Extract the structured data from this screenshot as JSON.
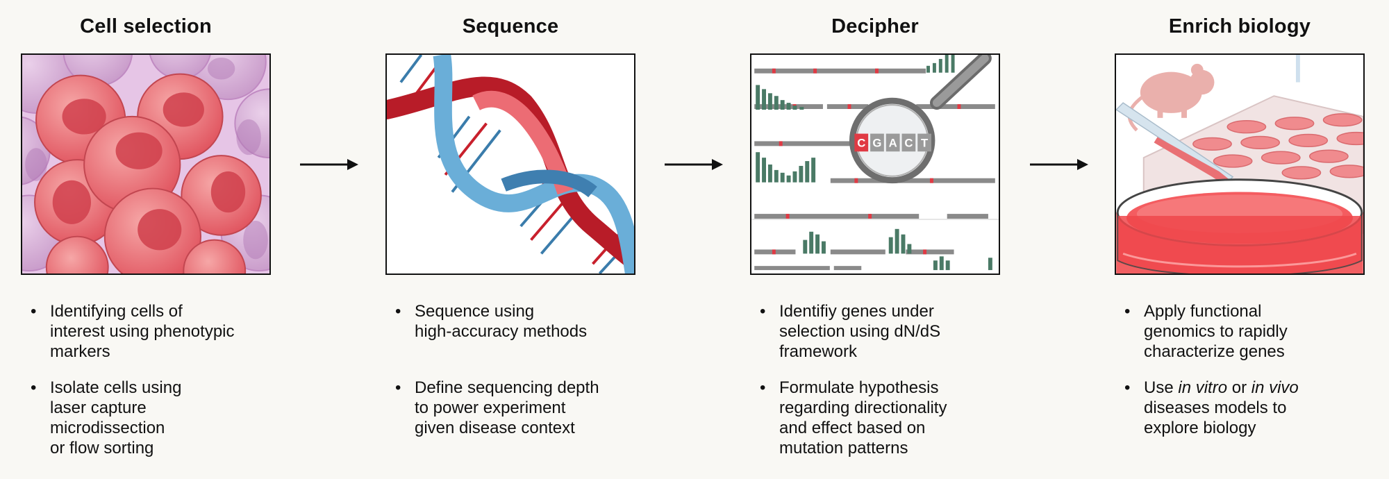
{
  "stages": [
    {
      "title": "Cell selection",
      "bullets": [
        [
          "Identifying cells of",
          "interest using phenotypic",
          "markers"
        ],
        [
          "Isolate cells using",
          "laser capture",
          "microdissection",
          "or flow sorting"
        ]
      ]
    },
    {
      "title": "Sequence",
      "bullets": [
        [
          "Sequence using",
          "high-accuracy methods"
        ],
        [
          "Define sequencing depth",
          "to power experiment",
          "given disease context"
        ]
      ]
    },
    {
      "title": "Decipher",
      "magnifier_bases": [
        "C",
        "G",
        "A",
        "C",
        "T"
      ],
      "bullets": [
        [
          "Identifiy genes under",
          "selection using dN/dS",
          "framework"
        ],
        [
          "Formulate hypothesis",
          "regarding directionality",
          "and effect based on",
          "mutation patterns"
        ]
      ]
    },
    {
      "title": "Enrich biology",
      "bullets": [
        [
          "Apply functional",
          "genomics to rapidly",
          "characterize genes"
        ],
        {
          "pre": "Use ",
          "em1": "in vitro",
          "mid": " or ",
          "em2": "in vivo",
          "lines": [
            "diseases models to",
            "explore biology"
          ]
        }
      ]
    }
  ],
  "colors": {
    "cell_red": "#e8606a",
    "cell_purple": "#c99ac9",
    "dna_red": "#c8202c",
    "dna_blue": "#5fa0cf",
    "bar_green": "#4a7a66",
    "dish_red": "#ef5b5f"
  },
  "icons": [
    "right-arrow-icon",
    "magnifier-icon",
    "mouse-icon",
    "pipette-icon",
    "petri-dish-icon"
  ]
}
